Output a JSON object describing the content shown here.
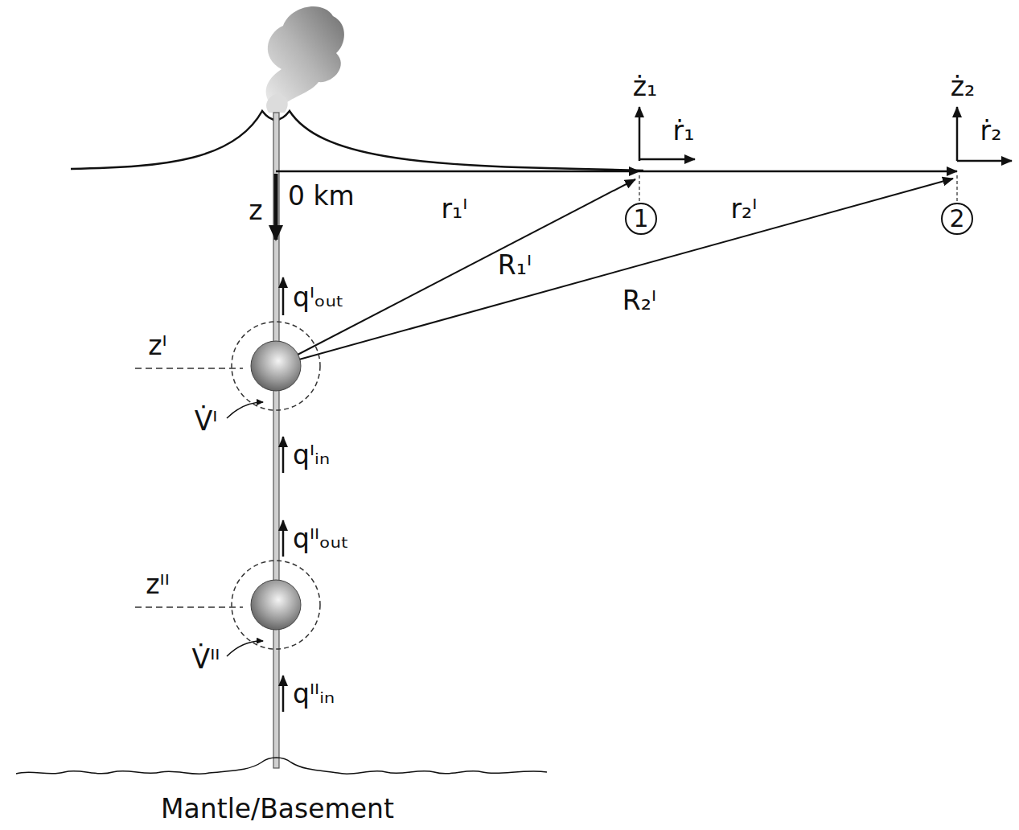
{
  "diagram": {
    "nodes": [
      {
        "text": [
          "1"
        ]
      },
      {
        "text": [
          "2"
        ]
      }
    ],
    "labels": [
      "ż₁",
      "ż₂",
      "ṙ₁",
      "ṙ₂",
      "z",
      "0 km",
      "r₁ᴵ",
      "r₂ᴵ",
      "R₁ᴵ",
      "R₂ᴵ",
      "qᴵₒᵤₜ",
      "zᴵ",
      "V̇ᴵ",
      "qᴵᵢₙ",
      "qᴵᴵₒᵤₜ",
      "zᴵᴵ",
      "V̇ᴵᴵ",
      "qᴵᴵᵢₙ",
      "Mantle/Basement"
    ]
  }
}
